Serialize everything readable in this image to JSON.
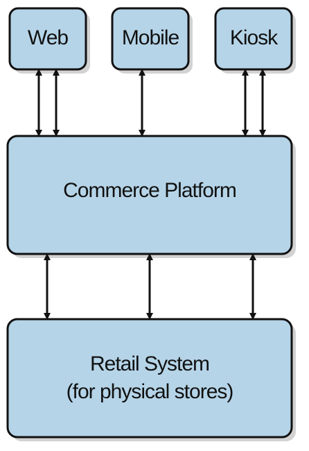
{
  "colors": {
    "box_fill": "#b5d4e8",
    "box_stroke": "#111111",
    "shadow": "#d2d2d2",
    "arrow": "#111111"
  },
  "nodes": {
    "web": {
      "label": "Web"
    },
    "mobile": {
      "label": "Mobile"
    },
    "kiosk": {
      "label": "Kiosk"
    },
    "commerce": {
      "label": "Commerce Platform"
    },
    "retail": {
      "line1": "Retail System",
      "line2": "(for physical stores)"
    }
  },
  "connections": [
    {
      "from": "web",
      "to": "commerce",
      "direction": "bidirectional"
    },
    {
      "from": "web",
      "to": "commerce",
      "direction": "bidirectional"
    },
    {
      "from": "mobile",
      "to": "commerce",
      "direction": "bidirectional"
    },
    {
      "from": "kiosk",
      "to": "commerce",
      "direction": "bidirectional"
    },
    {
      "from": "kiosk",
      "to": "commerce",
      "direction": "bidirectional"
    },
    {
      "from": "commerce",
      "to": "retail",
      "direction": "bidirectional"
    },
    {
      "from": "commerce",
      "to": "retail",
      "direction": "bidirectional"
    },
    {
      "from": "commerce",
      "to": "retail",
      "direction": "bidirectional"
    }
  ]
}
